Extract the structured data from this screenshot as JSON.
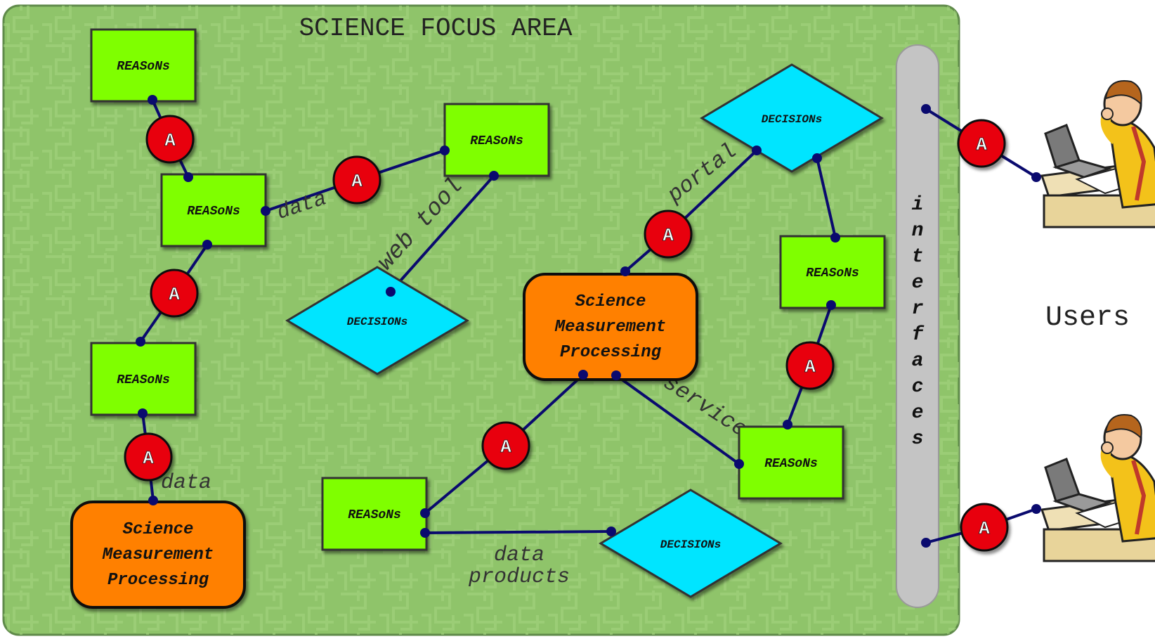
{
  "area": {
    "title": "SCIENCE FOCUS AREA"
  },
  "reasons_label": "REASoNs",
  "decisions_label": "DECISIONs",
  "agent_label": "A",
  "processing_lines": [
    "Science",
    "Measurement",
    "Processing"
  ],
  "interfaces_label": "interfaces",
  "users_label": "Users",
  "edge_labels": {
    "data_top": "data",
    "web_tool": "web tool",
    "portal": "portal",
    "service": "service",
    "data_left": "data",
    "data_products_1": "data",
    "data_products_2": "products"
  },
  "colors": {
    "area_fill": "#8fc46a",
    "reasons_fill": "#7fff00",
    "decisions_fill": "#00e5ff",
    "processing_fill": "#ff8000",
    "agent_fill": "#e8000f",
    "link": "#0a0a6e",
    "interfaces_bar": "#c4c4c4"
  }
}
